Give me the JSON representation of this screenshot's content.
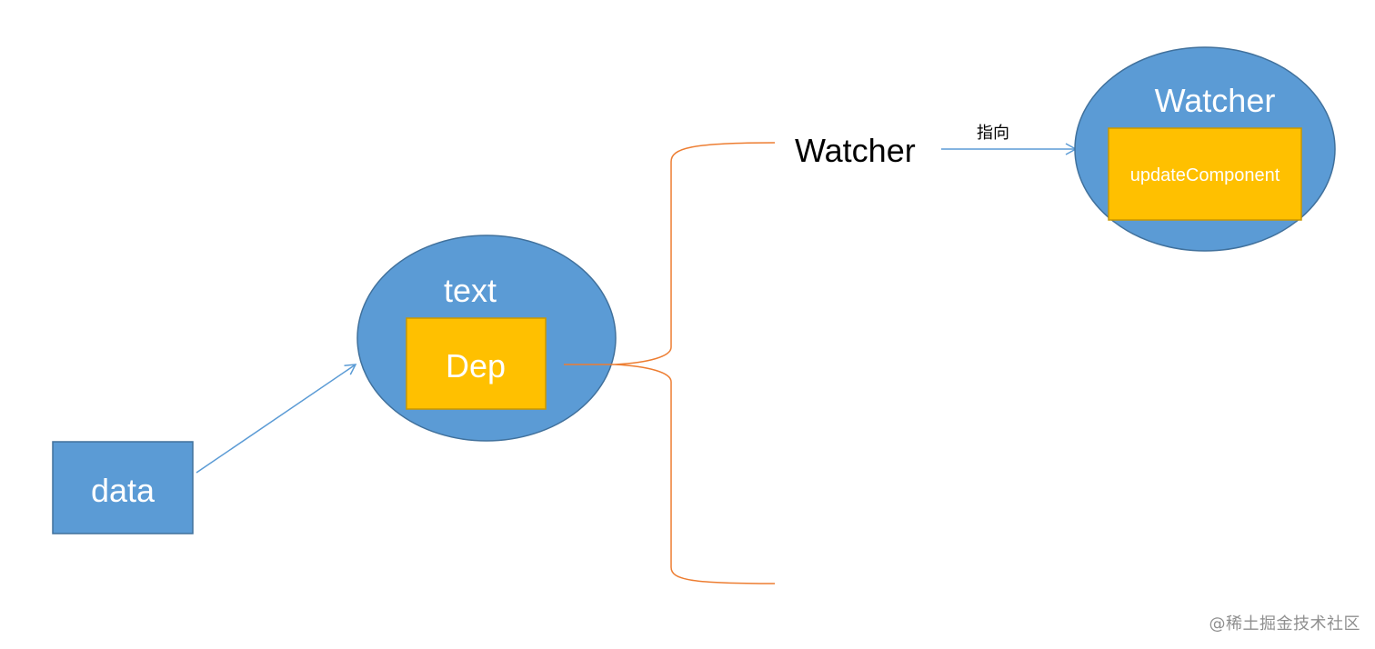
{
  "nodes": {
    "data_label": "data",
    "text_label": "text",
    "dep_label": "Dep",
    "watcher_label": "Watcher",
    "target_watcher_label": "Watcher",
    "update_component_label": "updateComponent"
  },
  "edges": {
    "points_to_label": "指向"
  },
  "watermark": "@稀土掘金技术社区",
  "colors": {
    "node_blue": "#5b9bd5",
    "node_blue_stroke": "#41719c",
    "node_yellow": "#ffc000",
    "node_yellow_stroke": "#c99700",
    "arrow_blue": "#5b9bd5",
    "brace_orange": "#ed7d31"
  }
}
